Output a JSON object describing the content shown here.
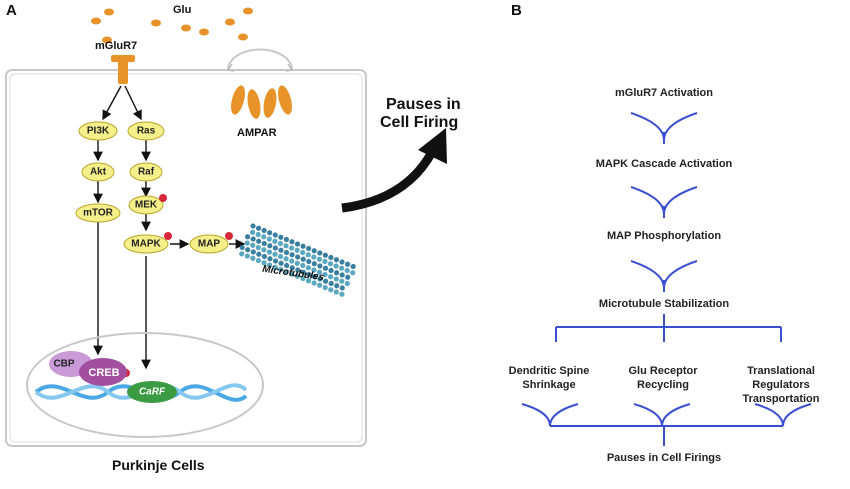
{
  "panel_a": {
    "letter": "A",
    "glu": "Glu",
    "receptor": "mGluR7",
    "ampar": "AMPAR",
    "left_pathway": [
      "PI3K",
      "Akt",
      "mTOR"
    ],
    "right_pathway": [
      "Ras",
      "Raf",
      "MEK"
    ],
    "mapk": "MAPK",
    "map": "MAP",
    "microtubules": "Microtubules",
    "nucleus": {
      "cbp": "CBP",
      "creb": "CREB",
      "carf": "CaRF"
    },
    "cell_label": "Purkinje Cells",
    "outcome": [
      "Pauses in",
      "Cell Firing"
    ],
    "colors": {
      "receptor": "#e8932a",
      "node_fill": "#f5ef8a",
      "node_stroke": "#b8a62a",
      "cbp": "#c99ad6",
      "creb": "#a24fa0",
      "carf": "#3a9b43",
      "dna": "#4aa9e4",
      "phospho": "#d6283a",
      "microtubule": "#3a7fa0"
    }
  },
  "panel_b": {
    "letter": "B",
    "steps": [
      "mGluR7 Activation",
      "MAPK Cascade Activation",
      "MAP Phosphorylation",
      "Microtubule Stabilization"
    ],
    "branches": [
      [
        "Dendritic Spine",
        "Shrinkage"
      ],
      [
        "Glu Receptor",
        "Recycling"
      ],
      [
        "Translational Regulators",
        "Transportation"
      ]
    ],
    "outcome": "Pauses in Cell Firings",
    "colors": {
      "connector": "#3b4fd1"
    }
  }
}
